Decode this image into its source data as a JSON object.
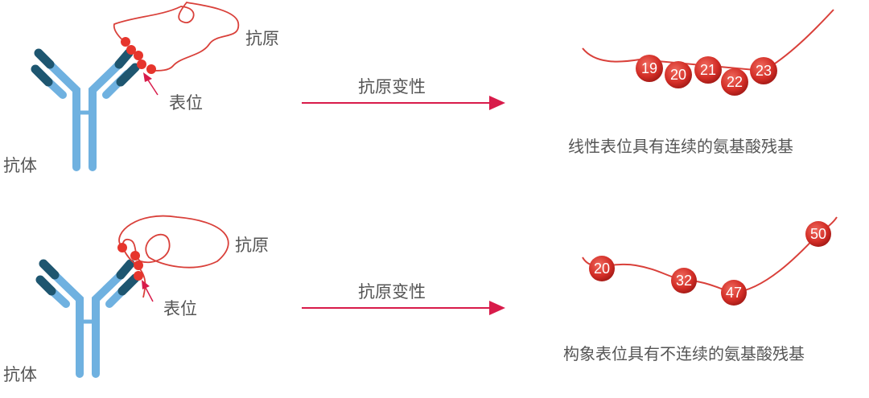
{
  "colors": {
    "antigen": "#d9403a",
    "arrow": "#d81b4a",
    "antibody_light": "#6fb1e0",
    "antibody_dark": "#1e5670"
  },
  "top": {
    "antigen_label": "抗原",
    "epitope_label": "表位",
    "antibody_label": "抗体",
    "arrow_label": "抗原变性",
    "residues": [
      "19",
      "20",
      "21",
      "22",
      "23"
    ],
    "caption": "线性表位具有连续的氨基酸残基"
  },
  "bottom": {
    "antigen_label": "抗原",
    "epitope_label": "表位",
    "antibody_label": "抗体",
    "arrow_label": "抗原变性",
    "residues": [
      "20",
      "32",
      "47",
      "50"
    ],
    "caption": "构象表位具有不连续的氨基酸残基"
  }
}
